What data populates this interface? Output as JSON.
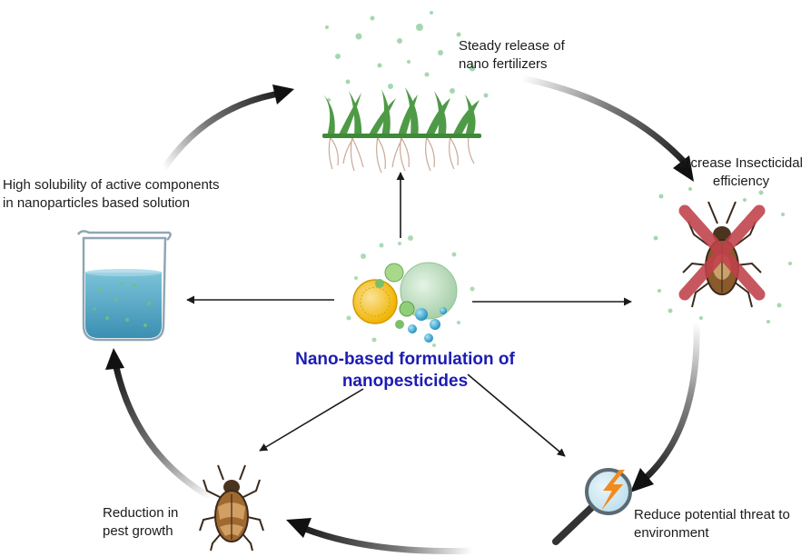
{
  "center": {
    "title_line1": "Nano-based formulation of",
    "title_line2": "nanopesticides"
  },
  "nodes": {
    "plants": {
      "line1": "Steady release of",
      "line2": "nano fertilizers"
    },
    "insecticidal": {
      "line1": "Increase Insecticidal",
      "line2": "efficiency"
    },
    "threat": {
      "line1": "Reduce potential threat to",
      "line2": "environment"
    },
    "pest": {
      "line1": "Reduction in",
      "line2": "pest growth"
    },
    "solubility": {
      "line1": "High solubility of active components",
      "line2": "in nanoparticles based solution"
    }
  },
  "colors": {
    "title": "#1c1cb4",
    "cycle_arrow": "#1a1a1a",
    "particles": "#8fce9b",
    "cross": "#c0404a",
    "liquid": "#4aa2c0",
    "bolt": "#f28a1c"
  }
}
